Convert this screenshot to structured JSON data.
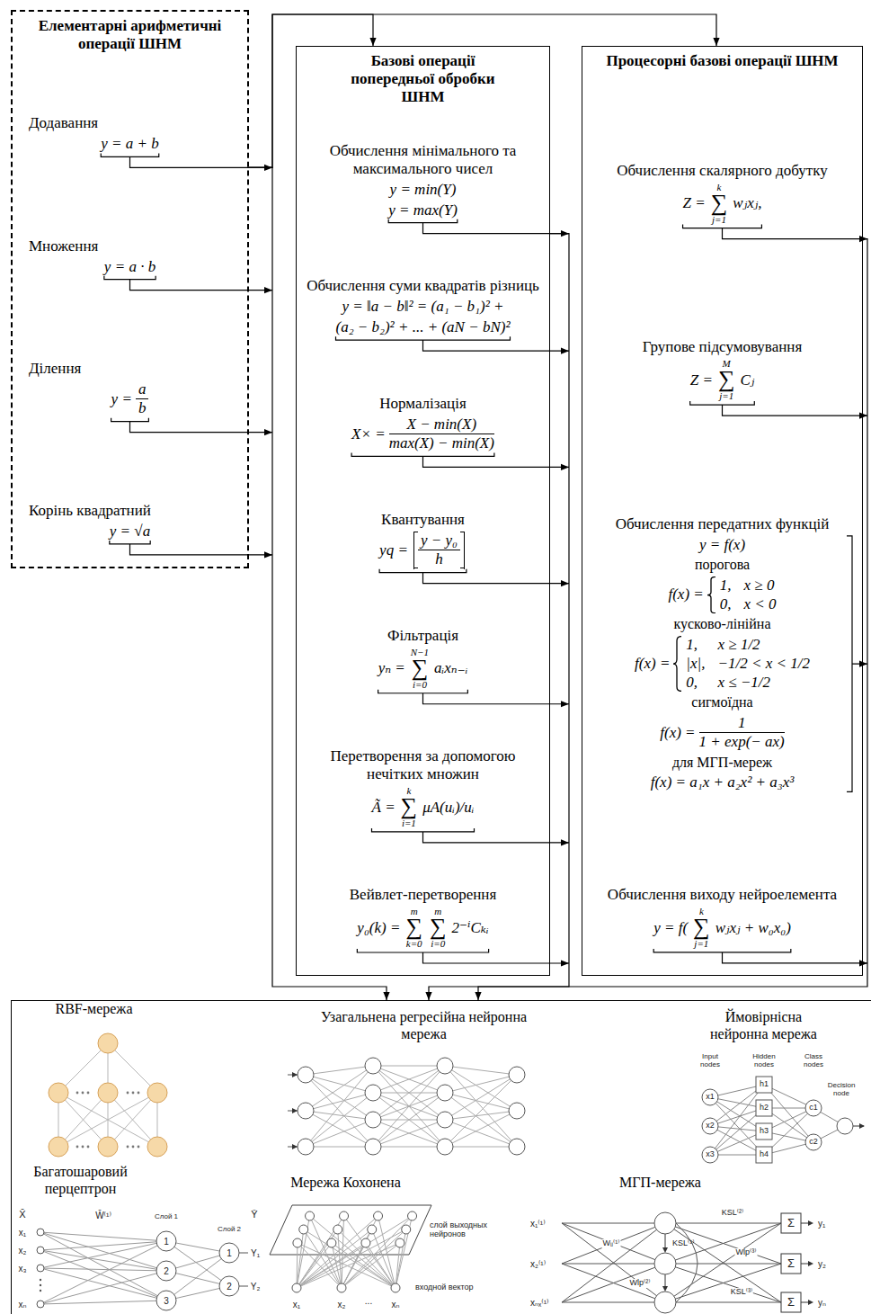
{
  "diagram": {
    "nodes": [
      {
        "text": [
          "Елементарні арифметичні операції ШНМ",
          "Додавання",
          "y = a + b",
          "Множення",
          "y = a · b",
          "Ділення",
          "y =",
          "a",
          "b",
          "Корінь квадратний",
          "y = √a"
        ]
      },
      {
        "text": [
          "Базові операції попередньої обробки ШНМ",
          "Обчислення мінімального та максимального чисел",
          "y = min(Y)",
          "y = max(Y)",
          "Обчислення суми квадратів різниць",
          "y = ‖a − b‖² = (a₁ − b₁)² +",
          "(a₂ − b₂)² + ... + (aN − bN)²",
          "Нормалізація",
          "X× =",
          "X − min(X)",
          "max(X) − min(X)",
          "Квантування",
          "yq =",
          "y − y₀",
          "h",
          "Фільтрація",
          "yₙ =",
          "N−1",
          "∑",
          "i=0",
          "aᵢxₙ₋ᵢ",
          "Перетворення за допомогою нечітких множин",
          "Ã =",
          "k",
          "∑",
          "i=1",
          "μA(uᵢ)/uᵢ",
          "Вейвлет-перетворення",
          "y₀(k) =",
          "m",
          "∑",
          "k=0",
          "m",
          "∑",
          "i=0",
          "2⁻ⁱCₖᵢ"
        ]
      },
      {
        "text": [
          "Процесорні базові операції ШНМ",
          "Обчислення скалярного добутку",
          "Z =",
          "k",
          "∑",
          "j=1",
          "wⱼxⱼ,",
          "Групове підсумовування",
          "Z =",
          "M",
          "∑",
          "j=1",
          "Cⱼ",
          "Обчислення передатних функцій",
          "y = f(x)",
          "порогова",
          "f(x) =",
          "1,",
          "x ≥ 0",
          "0,",
          "x < 0",
          "кусково-лінійна",
          "f(x) =",
          "1,",
          "x ≥ 1/2",
          "|x|,",
          "−1/2 < x < 1/2",
          "0,",
          "x ≤ −1/2",
          "сигмоїдна",
          "f(x) =",
          "1",
          "1 + exp(− ax)",
          "для МГП-мереж",
          "f(x) = a₁x + a₂x² + a₃x³",
          "Обчислення виходу нейроелемента",
          "y = f(",
          "k",
          "∑",
          "j=1",
          "wⱼxⱼ + w₀x₀)"
        ]
      },
      {
        "text": [
          "RBF-мережа",
          "Узагальнена регресійна нейронна мережа",
          "Ймовірнісна нейронна мережа",
          "Багатошаровий перцептрон",
          "Мережа Кохонена",
          "МГП-мережа"
        ]
      }
    ],
    "edges": [
      {
        "from": 0,
        "to": 1,
        "arrow": "to"
      },
      {
        "from": 0,
        "to": 2,
        "arrow": "to"
      },
      {
        "from": 0,
        "to": 3,
        "arrow": "to"
      },
      {
        "from": 1,
        "to": 3,
        "arrow": "to"
      },
      {
        "from": 2,
        "to": 3,
        "arrow": "to"
      }
    ],
    "labels": [
      "Input nodes",
      "Hidden nodes",
      "Class nodes",
      "Decision node",
      "x1",
      "x2",
      "x3",
      "h1",
      "h2",
      "h3",
      "h4",
      "c1",
      "c2",
      "X̄",
      "W̄⁽¹⁾",
      "Слой 1",
      "Слой 2",
      "Ȳ",
      "x₁",
      "x₂",
      "x₃",
      "xₙ",
      "1",
      "2",
      "3",
      "1",
      "2",
      "Y₁",
      "Y₂",
      "слой выходных нейронов",
      "входной вектор",
      "x₁",
      "x₂",
      "...",
      "xₙ",
      "x₁⁽¹⁾",
      "x₂⁽¹⁾",
      "xₙₓ⁽¹⁾",
      "Wᵢⱼ⁽¹⁾",
      "KSL⁽¹⁾",
      "Wlp⁽²⁾",
      "KSL⁽²⁾",
      "Wlp⁽³⁾",
      "KSL⁽³⁾",
      "Σ",
      "Σ",
      "Σ",
      "y₁",
      "y₂",
      "yₙ"
    ]
  }
}
